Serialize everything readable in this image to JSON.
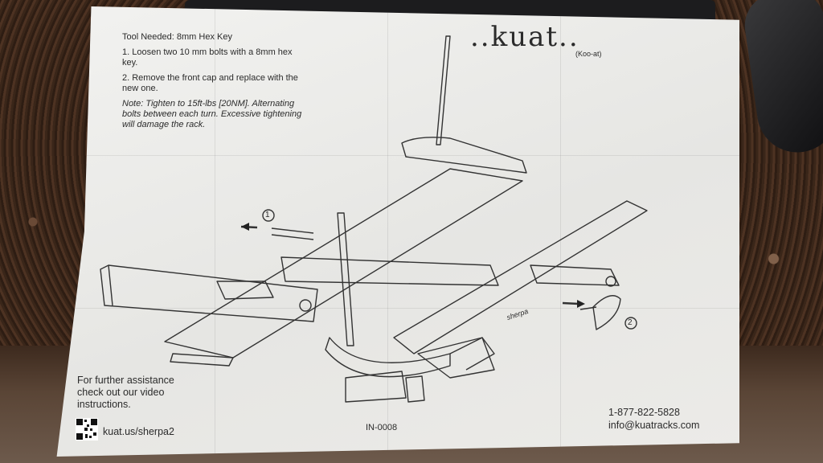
{
  "instructions": {
    "tool_needed": "Tool Needed: 8mm Hex Key",
    "step1": "1. Loosen two 10 mm bolts with a 8mm hex key.",
    "step2": "2. Remove the front cap and replace with the new one.",
    "note": "Note: Tighten to 15ft-lbs [20NM]. Alternating bolts between each turn. Excessive tightening will damage the rack."
  },
  "brand": {
    "logo": "..kuat..",
    "pronunciation": "(Koo-at)"
  },
  "callouts": {
    "one": "1",
    "two": "2",
    "product_mark": "sherpa"
  },
  "footer": {
    "assist_text": "For further assistance check out our video instructions.",
    "url": "kuat.us/sherpa2",
    "doc_id": "IN-0008",
    "phone": "1-877-822-5828",
    "email": "info@kuatracks.com"
  },
  "icons": {
    "qr": "qr-code-icon",
    "arrow_left": "arrow-left-icon",
    "arrow_right": "arrow-right-icon"
  },
  "colors": {
    "paper": "#eeeeec",
    "ink": "#2b2b2b",
    "counter": "#3a2619"
  }
}
